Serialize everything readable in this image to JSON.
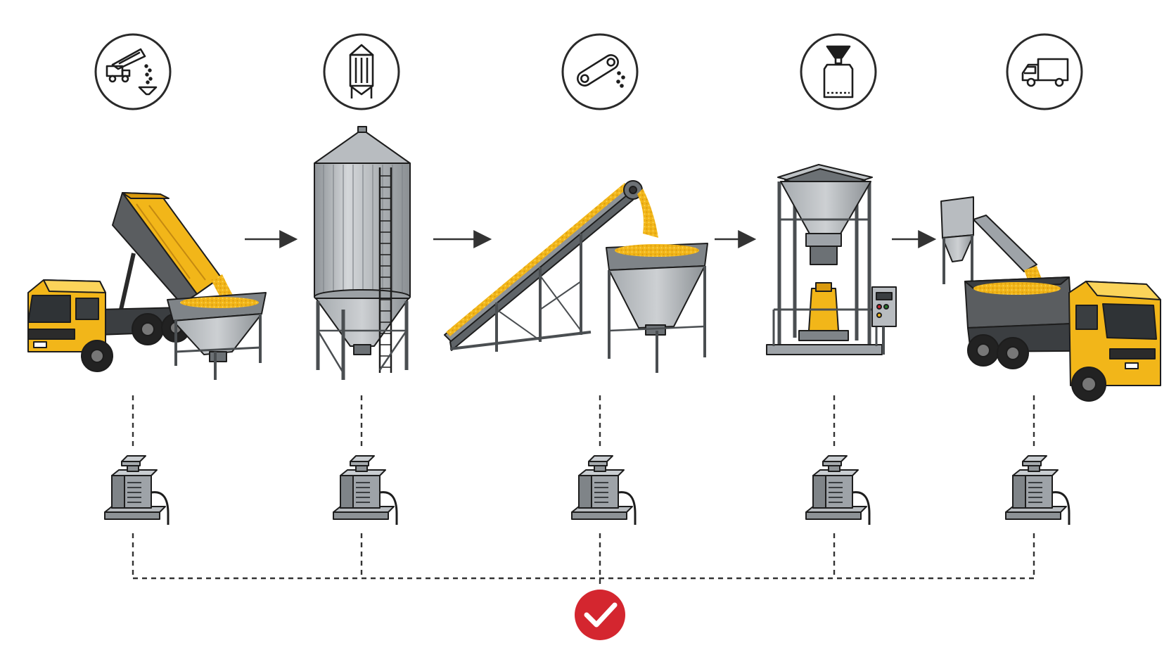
{
  "colors": {
    "accent_yellow": "#f2b619",
    "accent_yellow_dark": "#d99a0f",
    "steel": "#9ea3a8",
    "steel_light": "#c9cdd1",
    "steel_dark": "#5f6468",
    "outline": "#1d1d1d",
    "check_red": "#d4262f",
    "background": "#ffffff"
  },
  "stages": [
    {
      "id": "unloading",
      "icon": "dump-truck-hopper-icon",
      "machine": "dump-truck-unloading-into-hopper"
    },
    {
      "id": "storage",
      "icon": "silo-icon",
      "machine": "grain-silo"
    },
    {
      "id": "conveying",
      "icon": "conveyor-belt-icon",
      "machine": "inclined-belt-conveyor"
    },
    {
      "id": "bagging",
      "icon": "bagging-funnel-icon",
      "machine": "bagging-machine"
    },
    {
      "id": "loadout",
      "icon": "delivery-truck-icon",
      "machine": "truck-loadout"
    }
  ],
  "sensors": {
    "icon": "load-cell-icon",
    "count": 5
  },
  "verification": {
    "icon": "check-mark-icon"
  }
}
